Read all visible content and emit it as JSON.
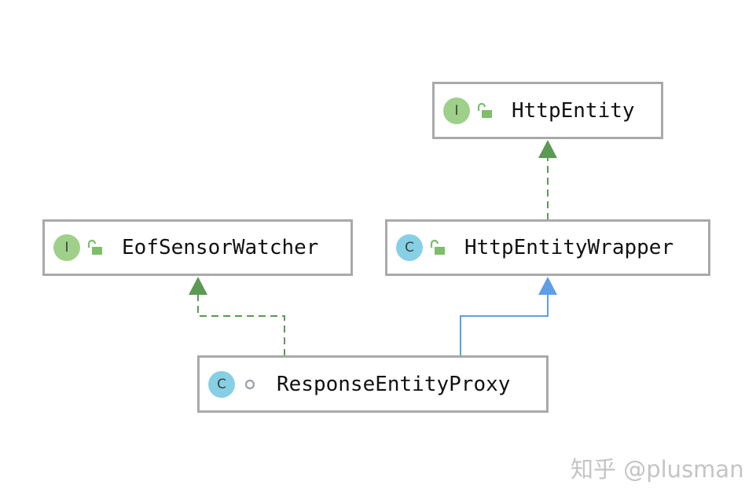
{
  "nodes": {
    "http_entity": {
      "kind": "I",
      "name": "HttpEntity",
      "visibility": "public"
    },
    "eof_sensor_watcher": {
      "kind": "I",
      "name": "EofSensorWatcher",
      "visibility": "public"
    },
    "http_entity_wrapper": {
      "kind": "C",
      "name": "HttpEntityWrapper",
      "visibility": "public"
    },
    "response_entity_proxy": {
      "kind": "C",
      "name": "ResponseEntityProxy",
      "visibility": "package-private"
    }
  },
  "edges": [
    {
      "from": "http_entity_wrapper",
      "to": "http_entity",
      "type": "implements"
    },
    {
      "from": "response_entity_proxy",
      "to": "eof_sensor_watcher",
      "type": "implements"
    },
    {
      "from": "response_entity_proxy",
      "to": "http_entity_wrapper",
      "type": "extends"
    }
  ],
  "colors": {
    "implements": "#5b9a52",
    "extends": "#5e9ee8",
    "interface_badge": "#9ed089",
    "class_badge": "#87cfe5",
    "border": "#a9a9a9"
  },
  "watermark": "知乎 @plusman"
}
